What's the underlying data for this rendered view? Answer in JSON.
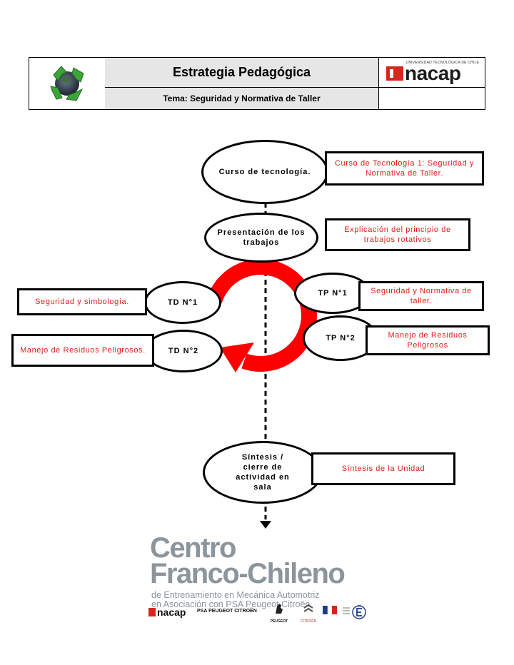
{
  "header": {
    "title": "Estrategia Pedagógica",
    "tema": "Tema: Seguridad y Normativa de Taller",
    "brand_tagline": "UNIVERSIDAD TECNOLÓGICA DE CHILE",
    "brand_name": "nacap",
    "icon": "recycle-globe-icon"
  },
  "diagram": {
    "nodes": {
      "curso": "Curso de tecnología.",
      "presentacion": "Presentación de los trabajos",
      "td1": "TD N°1",
      "td2": "TD N°2",
      "tp1": "TP N°1",
      "tp2": "TP N°2",
      "sintesis": "Síntesis / cierre de actividad en sala"
    },
    "boxes": {
      "curso": "Curso de Tecnología 1: Seguridad y Normativa de Taller.",
      "presentacion": "Explicación del principio de trabajos rotativos",
      "td1": "Seguridad y simbología.",
      "td2": "Manejo de Residuos Peligrosos.",
      "tp1": "Seguridad y Normativa de taller.",
      "tp2": "Manejo de Residuos Peligrosos",
      "sintesis": "Síntesis de la Unidad"
    },
    "colors": {
      "accent": "#e0201a",
      "rotation_arrow": "#ff0000",
      "line": "#000000"
    }
  },
  "footer": {
    "line1": "Centro",
    "line2": "Franco-Chileno",
    "line3": "de Entrenamiento en Mecánica Automotriz",
    "line4": "en Asociación con PSA Peugeot Citroën",
    "sponsor_inacap": "nacap",
    "sponsor_psa": "PSA PEUGEOT CITROËN",
    "sponsor_peugeot": "PEUGEOT",
    "sponsor_citroen": "CITROËN",
    "colors": {
      "text_gray": "#8c949c",
      "brand_red": "#d7261e"
    }
  }
}
